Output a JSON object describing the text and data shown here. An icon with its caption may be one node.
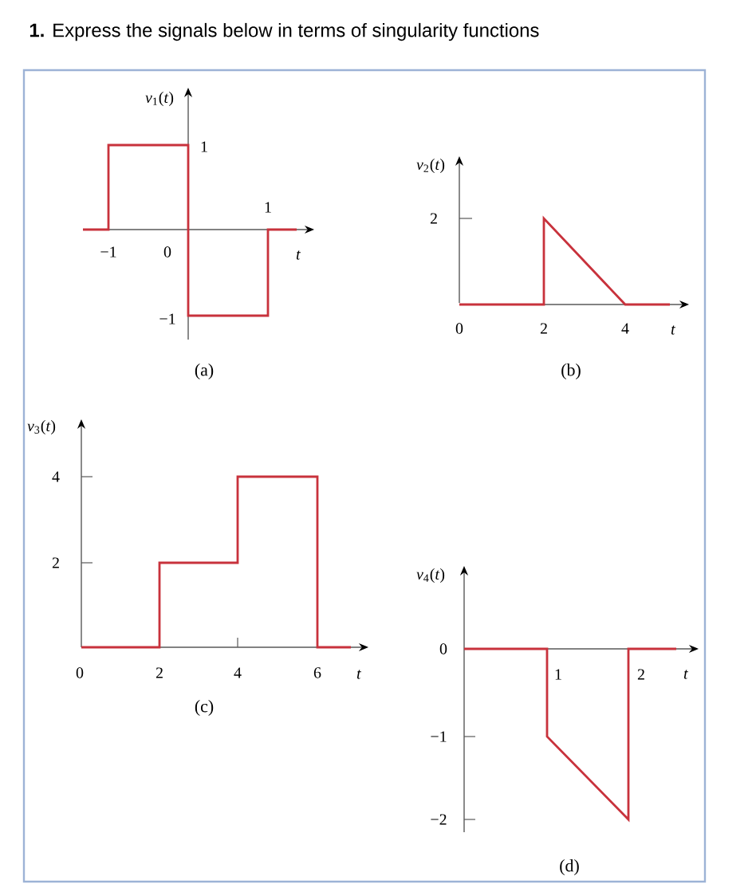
{
  "diagram": {
    "title": "**1.** Express the signals below in terms of singularity functions",
    "labels": [
      "*v*$_{1}$(*t*)",
      "1",
      "1",
      "−1",
      "0",
      "*t*",
      "−1",
      "(a)",
      "*v*$_{2}$(*t*)",
      "2",
      "0",
      "2",
      "4",
      "*t*",
      "(b)",
      "*v*$_{3}$(*t*)",
      "4",
      "2",
      "0",
      "2",
      "4",
      "6",
      "*t*",
      "(c)",
      "*v*$_{4}$(*t*)",
      "0",
      "1",
      "2",
      "*t*",
      "−1",
      "−2",
      "(d)"
    ]
  }
}
